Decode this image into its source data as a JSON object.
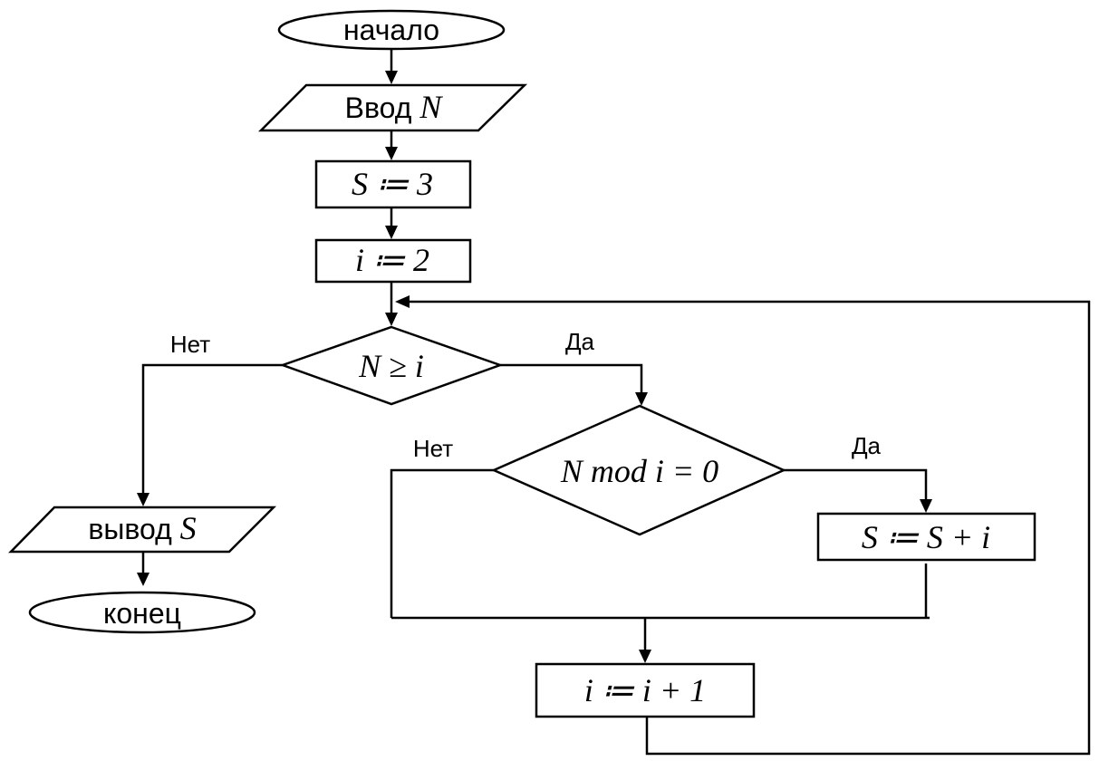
{
  "flowchart": {
    "start": {
      "text": "начало"
    },
    "input": {
      "prefix": "Ввод ",
      "var": "N"
    },
    "init_s": {
      "text": "S ≔ 3"
    },
    "init_i": {
      "text": "i ≔ 2"
    },
    "cond_outer": {
      "text": "N ≥ i",
      "no_label": "Нет",
      "yes_label": "Да"
    },
    "cond_inner": {
      "text": "N mod i = 0",
      "no_label": "Нет",
      "yes_label": "Да"
    },
    "update_s": {
      "text": "S ≔ S + i"
    },
    "increment_i": {
      "text": "i ≔ i + 1"
    },
    "output": {
      "prefix": "вывод ",
      "var": "S"
    },
    "end": {
      "text": "конец"
    }
  }
}
